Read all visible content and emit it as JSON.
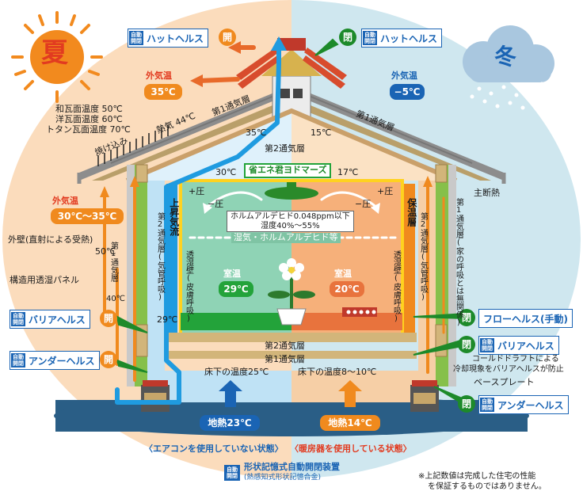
{
  "seasons": {
    "summer": "夏",
    "winter": "冬"
  },
  "device_tag": [
    "自動",
    "開閉"
  ],
  "devices": {
    "hat_left": "ハットヘルス",
    "hat_right": "ハットヘルス",
    "barrier_left": "バリアヘルス",
    "under_left": "アンダーヘルス",
    "flow_right": "フローヘルス(手動)",
    "barrier_right": "バリアヘルス",
    "under_right": "アンダーヘルス"
  },
  "states": {
    "open": "開",
    "closed": "閉"
  },
  "summer": {
    "outside_temp_label": "外気温",
    "outside_temp_top": "35℃",
    "outside_temp_mid": "30℃〜35℃",
    "roof_temps": [
      "和瓦面温度 50℃",
      "洋瓦面温度 60℃",
      "トタン瓦面温度 70℃"
    ],
    "heat_soak": "焼け込み",
    "heat_air": "熱気 44℃",
    "layer1_roof": "第1通気層",
    "ridge_temp": "35℃",
    "inner_top_temp": "30℃",
    "wall_direct": "外壁(直射による受熱)",
    "wall_temp": "50℃",
    "panel_label": "構造用透湿パネル",
    "layer1_wall": "第1通気層",
    "layer1_wall_temp": "40℃",
    "layer2_wall_temp": "29℃",
    "updraft": "上昇気流",
    "layer2_wall": "第2通気層(気管呼吸)",
    "moist_wall": "透湿壁(皮膚呼吸)",
    "room_temp_label": "室温",
    "room_temp": "29℃",
    "floor_temp": "床下の温度25℃",
    "ground_heat": "地熱23℃",
    "caption": "〈エアコンを使用していない状態〉"
  },
  "winter": {
    "outside_temp_label": "外気温",
    "outside_temp": "−5℃",
    "layer1_roof": "第1通気層",
    "ridge_temp": "15℃",
    "inner_top_temp": "17℃",
    "main_insulation": "主断熱",
    "layer1_wall": "第1通気層(家の呼吸とは無関係)",
    "insulation_layer": "保温層",
    "layer2_wall": "第2通気層(気管呼吸)",
    "moist_wall": "透湿壁(皮膚呼吸)",
    "room_temp_label": "室温",
    "room_temp": "20℃",
    "floor_temp": "床下の温度8〜10℃",
    "ground_heat": "地熱14℃",
    "cold_draft": "コールドドラフトによる",
    "cold_draft2": "冷却現象をバリアヘルスが防止",
    "base_plate": "ベースプレート",
    "caption": "〈暖房器を使用している状態〉"
  },
  "center": {
    "brand": "省エネ君ヨドマーズ",
    "layer2_top": "第2通気層",
    "pressure_plus": "+圧",
    "pressure_minus": "−圧",
    "formaldehyde": "ホルムアルデヒド0.048ppm以下",
    "humidity": "湿度40%〜55%",
    "flow": "湿気・ホルムアルデヒド等",
    "layer2_floor": "第2通気層",
    "layer1_floor": "第1通気層"
  },
  "legend": {
    "name": "形状記憶式自動開閉装置",
    "sub": "(熱感知式形状記憶合金)"
  },
  "note": [
    "※上記数値は完成した住宅の性能",
    "を保証するものではありません。"
  ],
  "colors": {
    "summer_bg": "#fbdcbc",
    "winter_bg": "#cfe7ef",
    "accent_blue": "#1a64b4",
    "accent_green": "#1d8a2a",
    "accent_orange": "#f08a1e",
    "accent_red": "#e23b20"
  }
}
